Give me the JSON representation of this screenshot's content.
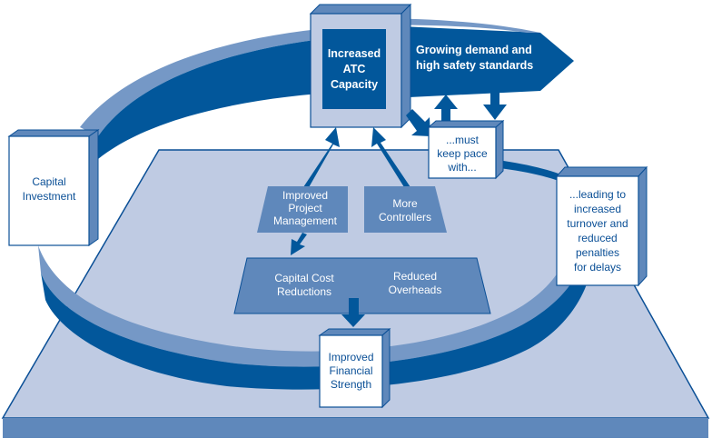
{
  "diagram": {
    "colors": {
      "dark_blue": "#02579b",
      "mid_blue": "#5f88bb",
      "light_blue": "#7598c6",
      "platform": "#bfcbe3",
      "outline": "#0a4f96",
      "white": "#ffffff"
    },
    "nodes": {
      "atc_capacity": {
        "lines": [
          "Increased",
          "ATC",
          "Capacity"
        ]
      },
      "demand_arrow": {
        "lines": [
          "Growing demand and",
          "high safety standards"
        ]
      },
      "keep_pace": {
        "lines": [
          "...must",
          "keep pace",
          "with..."
        ]
      },
      "leading_to": {
        "lines": [
          "...leading to",
          "increased",
          "turnover and",
          "reduced",
          "penalties",
          "for delays"
        ]
      },
      "capital_investment": {
        "lines": [
          "Capital",
          "Investment"
        ]
      },
      "project_management": {
        "lines": [
          "Improved",
          "Project",
          "Management"
        ]
      },
      "more_controllers": {
        "lines": [
          "More",
          "Controllers"
        ]
      },
      "capital_cost": {
        "lines": [
          "Capital Cost",
          "Reductions"
        ]
      },
      "reduced_overheads": {
        "lines": [
          "Reduced",
          "Overheads"
        ]
      },
      "financial_strength": {
        "lines": [
          "Improved",
          "Financial",
          "Strength"
        ]
      }
    }
  }
}
